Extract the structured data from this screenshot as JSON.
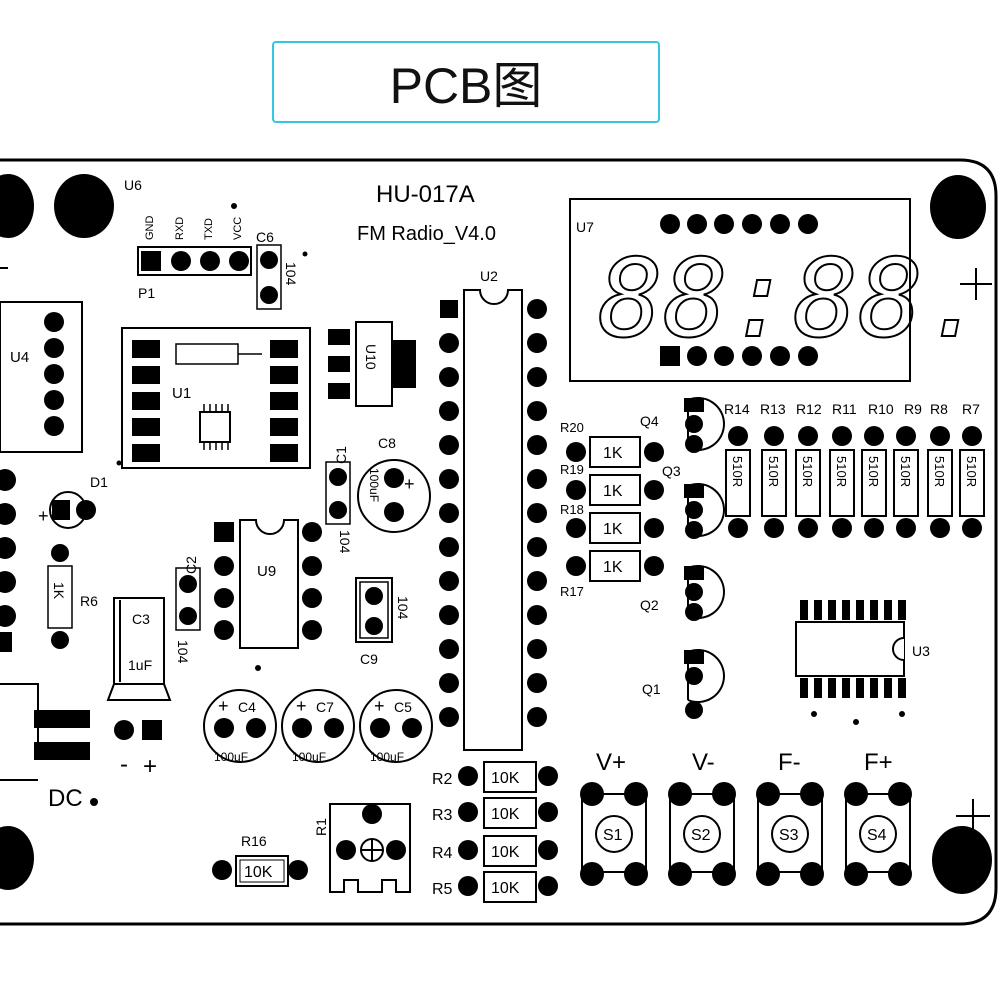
{
  "title": "PCB图",
  "board": {
    "model": "HU-017A",
    "subtitle": "FM Radio_V4.0",
    "header_pins": [
      "GND",
      "RXD",
      "TXD",
      "VCC"
    ]
  },
  "labels": {
    "u6": "U6",
    "p1": "P1",
    "c6": "C6",
    "c6_val": "104",
    "u4": "U4",
    "u1": "U1",
    "u10": "U10",
    "u2": "U2",
    "u7": "U7",
    "c1": "C1",
    "c1_val": "104",
    "c8": "C8",
    "c8_val": "100uF",
    "d1": "D1",
    "r6": "R6",
    "r6_val": "1K",
    "c2": "C2",
    "c2_val": "104",
    "c3": "C3",
    "c3_val": "1uF",
    "u9": "U9",
    "c9": "C9",
    "c9_val": "104",
    "c4": "C4",
    "c7": "C7",
    "c5": "C5",
    "cap_val": "100uF",
    "dc": "DC",
    "minus": "-",
    "plus": "+",
    "r16": "R16",
    "r16_val": "10K",
    "r1": "R1",
    "r2": "R2",
    "r3": "R3",
    "r4": "R4",
    "r5": "R5",
    "r_10k": "10K",
    "r20": "R20",
    "r19": "R19",
    "r18": "R18",
    "r17": "R17",
    "r_1k": "1K",
    "q1": "Q1",
    "q2": "Q2",
    "q3": "Q3",
    "q4": "Q4",
    "u3": "U3",
    "r_top": [
      "R14",
      "R13",
      "R12",
      "R11",
      "R10",
      "R9",
      "R8",
      "R7"
    ],
    "r_510": "510R",
    "vplus": "V+",
    "vminus": "V-",
    "fminus": "F-",
    "fplus": "F+",
    "s1": "S1",
    "s2": "S2",
    "s3": "S3",
    "s4": "S4",
    "display_digits": "88:88."
  }
}
